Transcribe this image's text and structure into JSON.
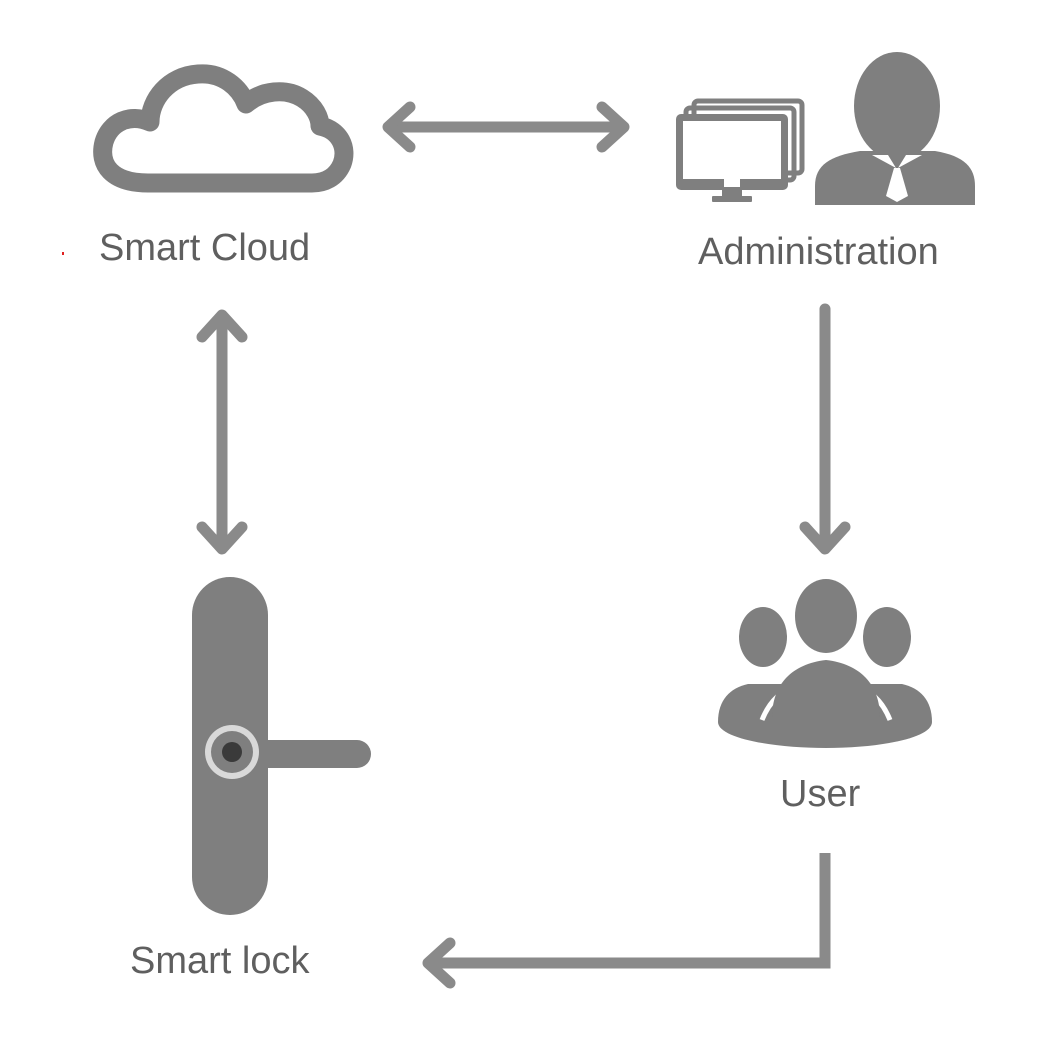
{
  "nodes": {
    "smart_cloud": {
      "label": "Smart Cloud",
      "icon": "cloud-icon"
    },
    "administration": {
      "label": "Administration",
      "icon": "admin-computer-person-icon"
    },
    "user": {
      "label": "User",
      "icon": "user-group-icon"
    },
    "smart_lock": {
      "label": "Smart lock",
      "icon": "smart-lock-icon"
    }
  },
  "edges": [
    {
      "from": "smart_cloud",
      "to": "administration",
      "direction": "bidirectional"
    },
    {
      "from": "smart_cloud",
      "to": "smart_lock",
      "direction": "bidirectional"
    },
    {
      "from": "administration",
      "to": "user",
      "direction": "forward"
    },
    {
      "from": "user",
      "to": "smart_lock",
      "direction": "forward"
    }
  ],
  "colors": {
    "icon_gray": "#7f7f7f",
    "arrow_gray": "#8a8a8a",
    "label_gray": "#5f5f5f",
    "lock_light": "#d9d9d9",
    "lock_dark": "#3a3a3a",
    "background": "#ffffff"
  }
}
